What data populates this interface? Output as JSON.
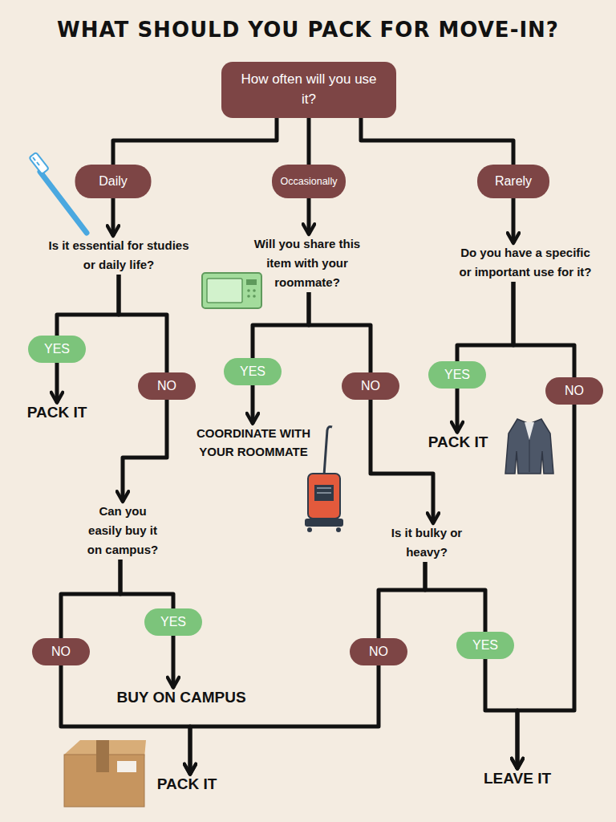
{
  "diagram": {
    "title": "WHAT SHOULD YOU PACK FOR MOVE-IN?",
    "nodes": [
      {
        "text": [
          "How often will you use it?"
        ]
      },
      {
        "text": [
          "Daily"
        ]
      },
      {
        "text": [
          "Occasionally"
        ]
      },
      {
        "text": [
          "Rarely"
        ]
      },
      {
        "text": [
          "Is it essential for studies or daily life?"
        ]
      },
      {
        "text": [
          "Will you share this item with your roommate?"
        ]
      },
      {
        "text": [
          "Do you have a specific or important use for it?"
        ]
      },
      {
        "text": [
          "YES"
        ]
      },
      {
        "text": [
          "NO"
        ]
      },
      {
        "text": [
          "YES"
        ]
      },
      {
        "text": [
          "NO"
        ]
      },
      {
        "text": [
          "YES"
        ]
      },
      {
        "text": [
          "NO"
        ]
      },
      {
        "text": [
          "PACK IT"
        ]
      },
      {
        "text": [
          "COORDINATE WITH YOUR ROOMMATE"
        ]
      },
      {
        "text": [
          "PACK IT"
        ]
      },
      {
        "text": [
          "Can you easily buy it on campus?"
        ]
      },
      {
        "text": [
          "Is it bulky or heavy?"
        ]
      },
      {
        "text": [
          "YES"
        ]
      },
      {
        "text": [
          "NO"
        ]
      },
      {
        "text": [
          "NO"
        ]
      },
      {
        "text": [
          "YES"
        ]
      },
      {
        "text": [
          "BUY ON CAMPUS"
        ]
      },
      {
        "text": [
          "PACK IT"
        ]
      },
      {
        "text": [
          "LEAVE IT"
        ]
      }
    ],
    "edges": [
      {
        "from": 0,
        "to": 1,
        "arrow": "none"
      },
      {
        "from": 0,
        "to": 2,
        "arrow": "none"
      },
      {
        "from": 0,
        "to": 3,
        "arrow": "none"
      },
      {
        "from": 1,
        "to": 4,
        "arrow": "to"
      },
      {
        "from": 2,
        "to": 5,
        "arrow": "to"
      },
      {
        "from": 3,
        "to": 6,
        "arrow": "to"
      },
      {
        "from": 4,
        "to": 7,
        "arrow": "none"
      },
      {
        "from": 4,
        "to": 8,
        "arrow": "none"
      },
      {
        "from": 7,
        "to": 13,
        "arrow": "to"
      },
      {
        "from": 8,
        "to": 16,
        "arrow": "to"
      },
      {
        "from": 5,
        "to": 9,
        "arrow": "none"
      },
      {
        "from": 5,
        "to": 10,
        "arrow": "none"
      },
      {
        "from": 9,
        "to": 14,
        "arrow": "to"
      },
      {
        "from": 10,
        "to": 17,
        "arrow": "to"
      },
      {
        "from": 6,
        "to": 11,
        "arrow": "none"
      },
      {
        "from": 6,
        "to": 12,
        "arrow": "none"
      },
      {
        "from": 11,
        "to": 15,
        "arrow": "to"
      },
      {
        "from": 12,
        "to": 24,
        "arrow": "to"
      },
      {
        "from": 16,
        "to": 18,
        "arrow": "none"
      },
      {
        "from": 16,
        "to": 19,
        "arrow": "none"
      },
      {
        "from": 18,
        "to": 22,
        "arrow": "to"
      },
      {
        "from": 19,
        "to": 23,
        "arrow": "to"
      },
      {
        "from": 17,
        "to": 20,
        "arrow": "none"
      },
      {
        "from": 17,
        "to": 21,
        "arrow": "none"
      },
      {
        "from": 20,
        "to": 23,
        "arrow": "to"
      },
      {
        "from": 21,
        "to": 24,
        "arrow": "to"
      }
    ]
  }
}
